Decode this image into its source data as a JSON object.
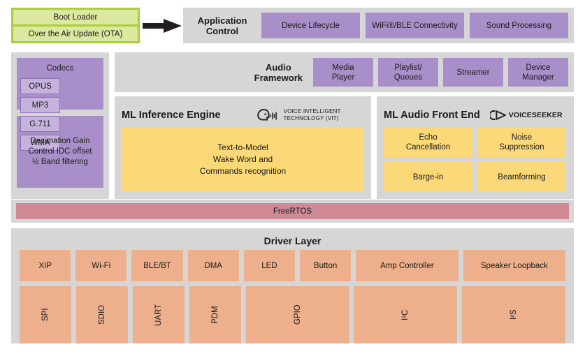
{
  "boot": {
    "items": [
      {
        "label": "Boot Loader"
      },
      {
        "label": "Over the Air Update (OTA)"
      }
    ]
  },
  "application_control": {
    "title": "Application Control",
    "title_line1": "Application",
    "title_line2": "Control",
    "boxes": [
      {
        "label": "Device Lifecycle"
      },
      {
        "label": "WiFi®/BLE Connectivity"
      },
      {
        "label": "Sound Processing"
      }
    ]
  },
  "codecs": {
    "title": "Codecs",
    "items": [
      {
        "label": "OPUS"
      },
      {
        "label": "MP3"
      },
      {
        "label": "G.711"
      },
      {
        "label": "WMA"
      }
    ],
    "decimation": {
      "line1": "Decimation Gain",
      "line2": "Control IDC offset",
      "line3": "½ Band filtering"
    }
  },
  "audio_framework": {
    "title_line1": "Audio",
    "title_line2": "Framework",
    "boxes": [
      {
        "line1": "Media",
        "line2": "Player"
      },
      {
        "line1": "Playlist/",
        "line2": "Queues"
      },
      {
        "line1": "Streamer",
        "line2": ""
      },
      {
        "line1": "Device",
        "line2": "Manager"
      }
    ]
  },
  "ml_inference": {
    "title": "ML Inference Engine",
    "logo": {
      "name": "vit-logo",
      "line1": "VOICE INTELLIGENT",
      "line2": "TECHNOLOGY (VIT)"
    },
    "body": {
      "line1": "Text-to-Model",
      "line2": "Wake Word and",
      "line3": "Commands recognition"
    }
  },
  "ml_front_end": {
    "title": "ML Audio Front End",
    "logo": {
      "name": "voiceseeker-logo",
      "text": "VOICESEEKER"
    },
    "boxes": [
      {
        "line1": "Echo",
        "line2": "Cancellation"
      },
      {
        "line1": "Noise",
        "line2": "Suppression"
      },
      {
        "line1": "Barge-in",
        "line2": ""
      },
      {
        "line1": "Beamforming",
        "line2": ""
      }
    ]
  },
  "rtos": {
    "label": "FreeRTOS"
  },
  "driver_layer": {
    "title": "Driver Layer",
    "top_row": [
      {
        "label": "XIP",
        "flex": 1
      },
      {
        "label": "Wi-Fi",
        "flex": 1
      },
      {
        "label": "BLE/BT",
        "flex": 1
      },
      {
        "label": "DMA",
        "flex": 1
      },
      {
        "label": "LED",
        "flex": 1
      },
      {
        "label": "Button",
        "flex": 1
      },
      {
        "label": "Amp Controller",
        "flex": 2
      },
      {
        "label": "Speaker Loopback",
        "flex": 2
      }
    ],
    "bottom_row": [
      {
        "label": "SPI",
        "flex": 1
      },
      {
        "label": "SDIO",
        "flex": 1
      },
      {
        "label": "UART",
        "flex": 1
      },
      {
        "label": "PDM",
        "flex": 1
      },
      {
        "label": "GPIO",
        "flex": 2
      },
      {
        "label": "I²C",
        "flex": 2
      },
      {
        "label": "I²S",
        "flex": 2
      }
    ]
  },
  "colors": {
    "panel_gray": "#d6d6d6",
    "purple": "#a98fc9",
    "purple_light": "#c6b3dd",
    "yellow": "#fbd978",
    "salmon": "#eeaf8d",
    "rose": "#d08a95",
    "green_frame": "#a9cf3c",
    "green_box": "#dbe8a0"
  }
}
